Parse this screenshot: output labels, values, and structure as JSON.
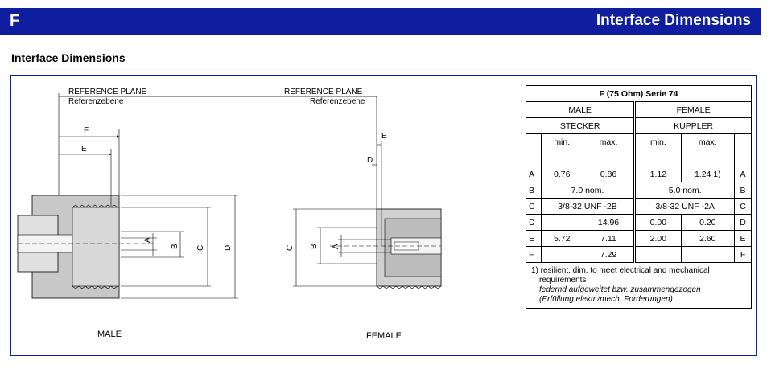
{
  "header": {
    "letter": "F",
    "title": "Interface Dimensions"
  },
  "section_title": "Interface Dimensions",
  "drawing": {
    "ref_plane_en": "REFERENCE PLANE",
    "ref_plane_de": "Referenzebene",
    "dims": {
      "A": "A",
      "B": "B",
      "C": "C",
      "D": "D",
      "E": "E",
      "F": "F"
    },
    "male_caption": "MALE",
    "female_caption": "FEMALE"
  },
  "table": {
    "title": "F (75 Ohm) Serie 74",
    "male": "MALE",
    "female": "FEMALE",
    "stecker": "STECKER",
    "kuppler": "KUPPLER",
    "min": "min.",
    "max": "max.",
    "rows": [
      {
        "label": "A",
        "m_min": "0.76",
        "m_max": "0.86",
        "f_min": "1.12",
        "f_max": "1.24",
        "footnote": "1)"
      },
      {
        "label": "B",
        "m_span": "7.0 nom.",
        "f_span": "5.0 nom."
      },
      {
        "label": "C",
        "m_span": "3/8-32 UNF -2B",
        "f_span": "3/8-32 UNF -2A"
      },
      {
        "label": "D",
        "m_min": "",
        "m_max": "14.96",
        "f_min": "0.00",
        "f_max": "0.20"
      },
      {
        "label": "E",
        "m_min": "5.72",
        "m_max": "7.11",
        "f_min": "2.00",
        "f_max": "2.60"
      },
      {
        "label": "F",
        "m_min": "",
        "m_max": "7.29",
        "f_min": "",
        "f_max": ""
      }
    ],
    "note": {
      "line1": "1) resilient, dim. to meet electrical and mechanical",
      "line2": "requirements",
      "line3": "federnd aufgeweitet bzw. zusammengezogen",
      "line4": "(Erfüllung elektr./mech. Forderungen)"
    }
  }
}
